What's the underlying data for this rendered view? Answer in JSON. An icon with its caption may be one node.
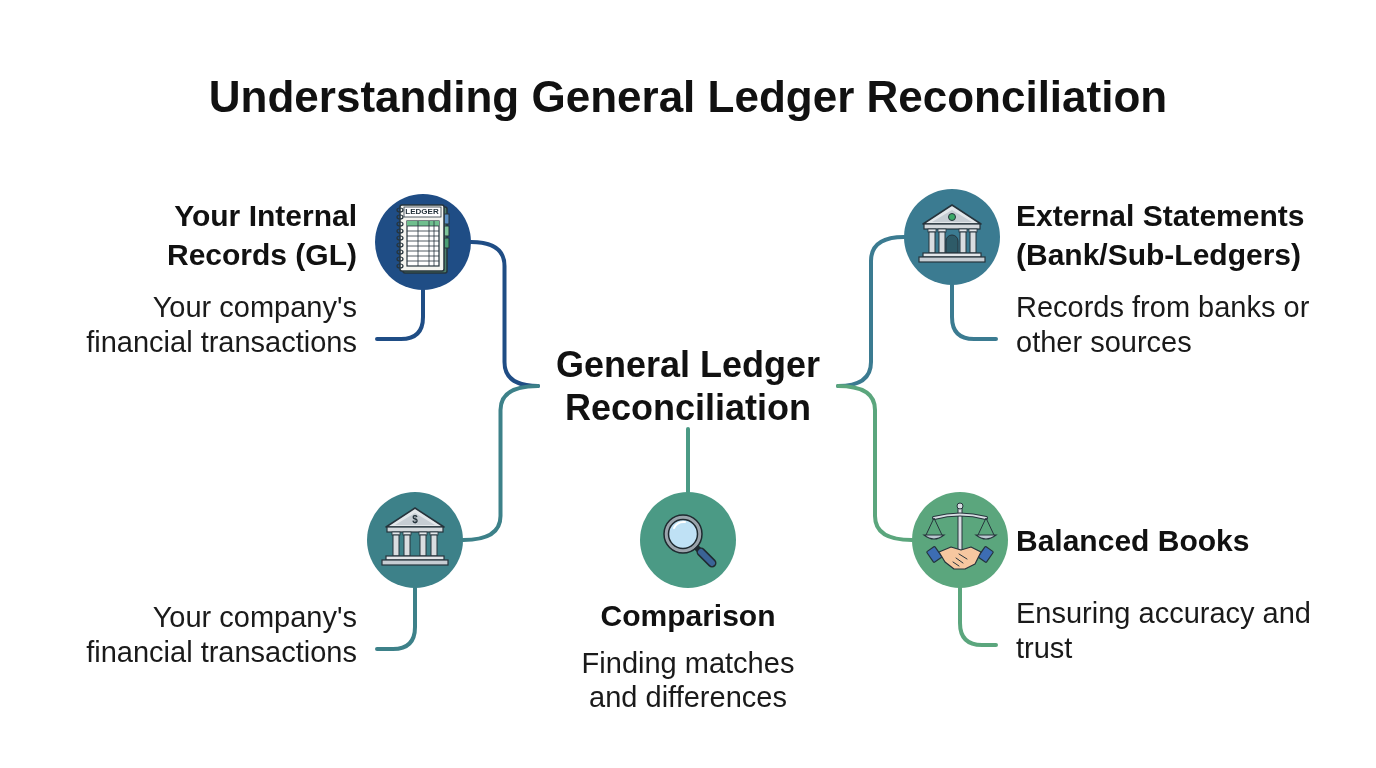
{
  "diagram": {
    "title": "Understanding General Ledger Reconciliation",
    "nodes": [
      {
        "text": [
          "Your Internal Records (GL)"
        ]
      },
      {
        "text": [
          "Your company's financial transactions"
        ]
      },
      {
        "text": [
          "External Statements (Bank/Sub-Ledgers)"
        ]
      },
      {
        "text": [
          "Records from banks or other sources"
        ]
      },
      {
        "text": [
          "General Ledger Reconciliation"
        ]
      },
      {
        "text": [],
        "shape": "circle"
      },
      {
        "text": [
          "Comparison",
          "Finding matches and differences"
        ]
      },
      {
        "text": [
          "Balanced Books"
        ]
      },
      {
        "text": [
          "Ensuring accuracy and trust"
        ]
      },
      {
        "text": [
          "Your company's financial transactions"
        ]
      }
    ],
    "edges": [
      {
        "from": 4,
        "to": 0,
        "arrow": "none",
        "color": "#1f4d85"
      },
      {
        "from": 4,
        "to": 5,
        "arrow": "none",
        "color": "#3d8189"
      },
      {
        "from": 4,
        "to": 2,
        "arrow": "none",
        "color": "#3b7b91"
      },
      {
        "from": 4,
        "to": 7,
        "arrow": "none",
        "color": "#5ba67d"
      },
      {
        "from": 4,
        "to": 6,
        "arrow": "none",
        "color": "#4b9a85"
      },
      {
        "from": 0,
        "to": 1,
        "arrow": "none",
        "color": "#1f4d85"
      },
      {
        "from": 2,
        "to": 3,
        "arrow": "none",
        "color": "#3b7b91"
      },
      {
        "from": 5,
        "to": 9,
        "arrow": "none",
        "color": "#3d8189"
      },
      {
        "from": 7,
        "to": 8,
        "arrow": "none",
        "color": "#5ba67d"
      }
    ],
    "labels": [
      "LEDGER",
      "$"
    ]
  }
}
